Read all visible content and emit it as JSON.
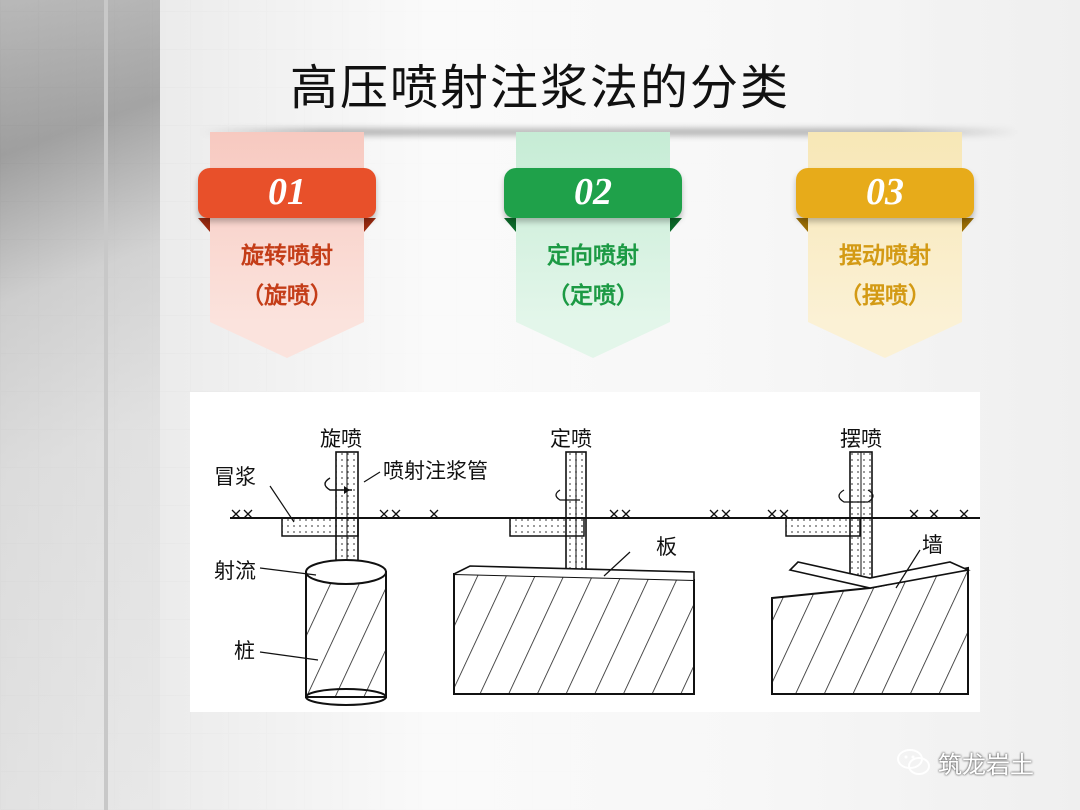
{
  "title": "高压喷射注浆法的分类",
  "cards": [
    {
      "number": "01",
      "line1": "旋转喷射",
      "line2": "（旋喷）"
    },
    {
      "number": "02",
      "line1": "定向喷射",
      "line2": "（定喷）"
    },
    {
      "number": "03",
      "line1": "摆动喷射",
      "line2": "（摆喷）"
    }
  ],
  "diagram": {
    "labels": {
      "rotary": "旋喷",
      "pipe": "喷射注浆管",
      "overflow": "冒浆",
      "jet": "射流",
      "pile": "桩",
      "directional": "定喷",
      "plate": "板",
      "swing": "摆喷",
      "wall": "墙"
    }
  },
  "watermark": {
    "text": "筑龙岩土",
    "icon": "wechat-icon"
  },
  "colors": {
    "card1_accent": "#e8502a",
    "card2_accent": "#1fa14a",
    "card3_accent": "#e7ab1a"
  }
}
